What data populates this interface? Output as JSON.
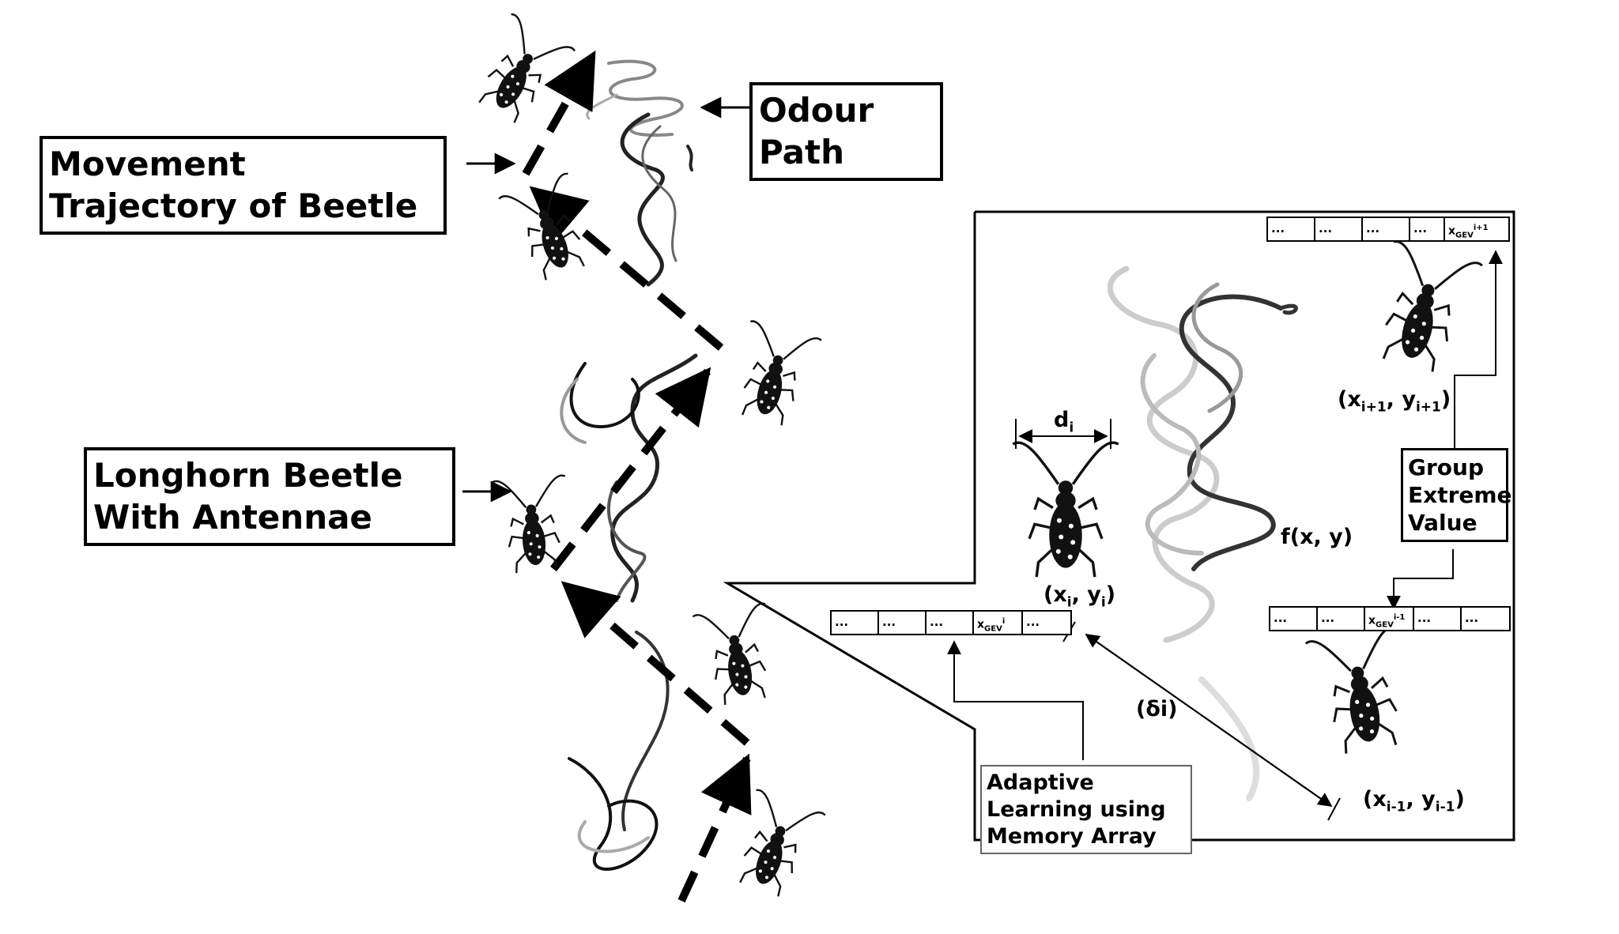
{
  "labels": {
    "odour_path": "Odour Path",
    "movement_trajectory": "Movement Trajectory of Beetle",
    "longhorn_beetle": "Longhorn Beetle With Antennae",
    "group_extreme_value": "Group Extreme Value",
    "adaptive_learning": "Adaptive Learning using Memory Array",
    "antenna_distance": "d",
    "antenna_distance_sub": "i",
    "objective_function": "f(x, y)",
    "step_size": "(δi)"
  },
  "coordinates": {
    "current": {
      "x": "x",
      "xs": "i",
      "y": "y",
      "ys": "i"
    },
    "next": {
      "x": "x",
      "xs": "i+1",
      "y": "y",
      "ys": "i+1"
    },
    "previous": {
      "x": "x",
      "xs": "i-1",
      "y": "y",
      "ys": "i-1"
    }
  },
  "memory_arrays": {
    "top": {
      "cells": [
        "...",
        "...",
        "...",
        "..."
      ],
      "gev_base": "x",
      "gev_sub": "GEV",
      "gev_sup": "i+1"
    },
    "middle": {
      "cells": [
        "...",
        "..."
      ],
      "gev_base": "x",
      "gev_sub": "GEV",
      "gev_sup": "i-1",
      "cells_after": [
        "...",
        "..."
      ]
    },
    "left": {
      "cells": [
        "...",
        "...",
        "..."
      ],
      "gev_base": "x",
      "gev_sub": "GEV",
      "gev_sup": "i",
      "cells_after": [
        "..."
      ]
    }
  },
  "icons": [
    "beetle-icon",
    "odour-plume-icon",
    "arrow-icon"
  ]
}
